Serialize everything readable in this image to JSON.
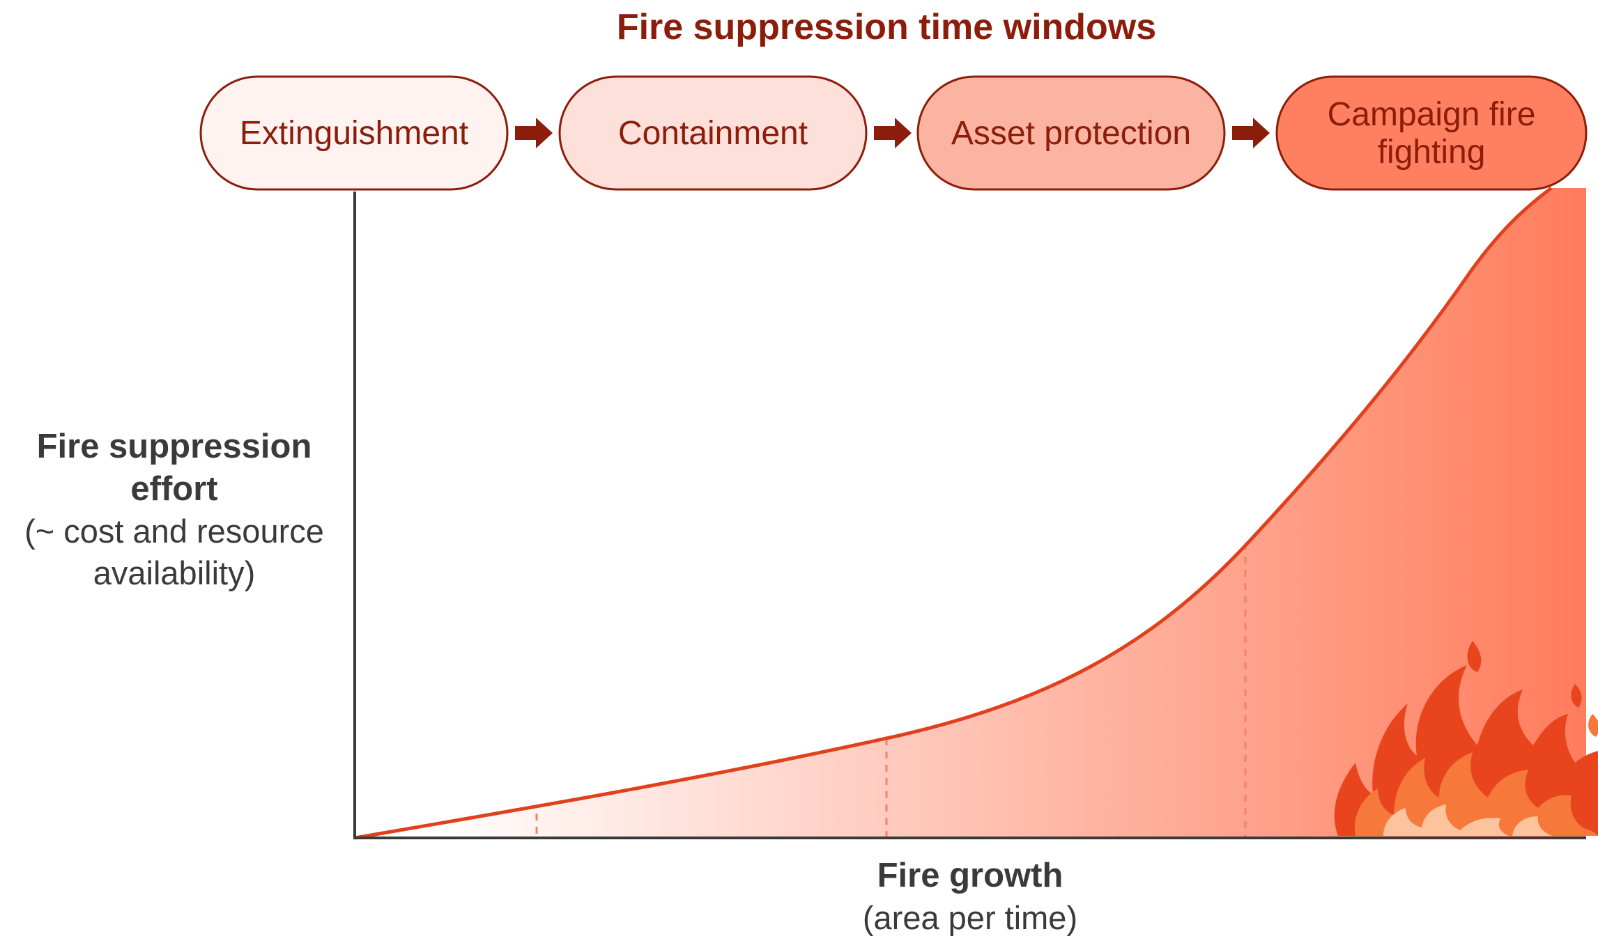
{
  "title": "Fire suppression time windows",
  "stages": [
    {
      "lines": [
        "Extinguishment"
      ],
      "fill": "#fff3f1"
    },
    {
      "lines": [
        "Containment"
      ],
      "fill": "#fde0da"
    },
    {
      "lines": [
        "Asset protection"
      ],
      "fill": "#fcb4a2"
    },
    {
      "lines": [
        "Campaign fire",
        "fighting"
      ],
      "fill": "#ff8061"
    }
  ],
  "y_axis": {
    "label_bold": [
      "Fire suppression",
      "effort"
    ],
    "label_normal": [
      "(~ cost and resource",
      "availability)"
    ]
  },
  "x_axis": {
    "label_bold": "Fire growth",
    "label_normal": "(area per time)"
  },
  "chart_data": {
    "type": "area",
    "title": "Fire suppression time windows",
    "x_label": "Fire growth (area per time)",
    "y_label": "Fire suppression effort (~ cost and resource availability)",
    "x_units_note": "relative, unlabeled axis",
    "curve_shape": "accelerating growth from origin to maximum",
    "windows": [
      "Extinguishment",
      "Containment",
      "Asset protection",
      "Campaign fire fighting"
    ]
  },
  "colors": {
    "title": "#8c1d0a",
    "stage_border": "#8c1d0a",
    "arrow": "#8c1d0a",
    "curve": "#e0401c",
    "fill_light": "#ffffff",
    "fill_dark": "#ff7c5c",
    "axis": "#3a3a3a",
    "divider": "#f0826a",
    "label_text": "#3a3a3a"
  },
  "icons": {
    "flame": "fire-icon",
    "arrow": "right-arrow-icon"
  }
}
